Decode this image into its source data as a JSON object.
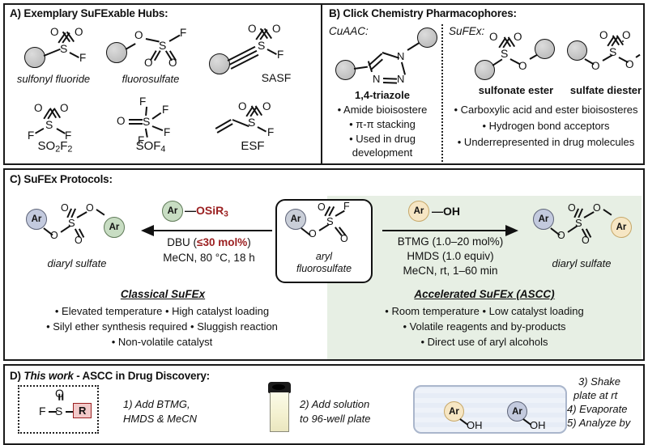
{
  "figure": {
    "panels": {
      "A": {
        "letter": "A)",
        "title": "Exemplary SuFExable Hubs:",
        "hubs": [
          {
            "name": "sulfonyl fluoride",
            "style": "italic",
            "atoms": [
              "O",
              "O",
              "S",
              "F"
            ]
          },
          {
            "name": "fluorosulfate",
            "style": "italic",
            "atoms": [
              "O",
              "S",
              "F",
              "O",
              "O"
            ]
          },
          {
            "name": "SASF",
            "style": "plain",
            "atoms": [
              "O",
              "O",
              "S",
              "F"
            ]
          },
          {
            "name": "SO2F2",
            "style": "plain",
            "label_html": "SO<sub>2</sub>F<sub>2</sub>",
            "atoms": [
              "O",
              "O",
              "S",
              "F",
              "F"
            ]
          },
          {
            "name": "SOF4",
            "style": "plain",
            "label_html": "SOF<sub>4</sub>",
            "atoms": [
              "O",
              "S",
              "F",
              "F",
              "F",
              "F"
            ]
          },
          {
            "name": "ESF",
            "style": "plain",
            "atoms": [
              "O",
              "O",
              "S",
              "F"
            ]
          }
        ]
      },
      "B": {
        "letter": "B)",
        "title": "Click Chemistry Pharmacophores:",
        "left": {
          "heading": "CuAAC:",
          "structure_label": "1,4-triazole",
          "ring_atoms": [
            "N",
            "N",
            "N"
          ],
          "bullets": [
            "• Amide bioisostere",
            "• π-π stacking",
            "• Used in drug",
            "development"
          ]
        },
        "right": {
          "heading": "SuFEx:",
          "structures": [
            {
              "label": "sulfonate ester",
              "atoms": [
                "O",
                "O",
                "S",
                "O"
              ]
            },
            {
              "label": "sulfate diester",
              "atoms": [
                "O",
                "O",
                "S",
                "O",
                "O"
              ]
            }
          ],
          "bullets": [
            "• Carboxylic acid and ester bioisosteres",
            "• Hydrogen bond acceptors",
            "• Underrepresented in drug molecules"
          ]
        }
      },
      "C": {
        "letter": "C)",
        "title": "SuFEx Protocols:",
        "center": {
          "ar_label": "Ar",
          "atoms": [
            "O",
            "F",
            "S",
            "O"
          ],
          "caption_line1": "aryl",
          "caption_line2": "fluorosulfate"
        },
        "left_product": {
          "ar_label_1": "Ar",
          "ar_label_2": "Ar",
          "atoms": [
            "O",
            "O",
            "S",
            "O",
            "O"
          ],
          "caption": "diaryl sulfate"
        },
        "right_product": {
          "ar_label_1": "Ar",
          "ar_label_2": "Ar",
          "atoms": [
            "O",
            "O",
            "S",
            "O",
            "O"
          ],
          "caption": "diaryl sulfate"
        },
        "left_route": {
          "reagent_ar": "Ar",
          "reagent_rest": "OSiR",
          "reagent_sub": "3",
          "condition_pre": "DBU (",
          "condition_accent": "≤30 mol%",
          "condition_post": ")",
          "condition_line2": "MeCN, 80 °C, 18 h",
          "protocol_title": "Classical SuFEx",
          "bullets": [
            "• Elevated temperature • High catalyst loading",
            "• Silyl ether synthesis required • Sluggish reaction",
            "• Non-volatile catalyst"
          ]
        },
        "right_route": {
          "reagent_ar": "Ar",
          "reagent_rest": "OH",
          "condition_line1": "BTMG (1.0–20 mol%)",
          "condition_line2": "HMDS (1.0 equiv)",
          "condition_line3": "MeCN, rt, 1–60 min",
          "protocol_title": "Accelerated SuFEx (ASCC)",
          "bullets": [
            "• Room temperature • Low catalyst loading",
            "• Volatile reagents and by-products",
            "• Direct use of aryl alcohols"
          ]
        }
      },
      "D": {
        "letter": "D)",
        "title_italic": "This work",
        "title_rest": "- ASCC in Drug Discovery:",
        "substrate": {
          "f": "F",
          "s": "S",
          "o": "O",
          "r_group": "R"
        },
        "steps": [
          "1) Add BTMG,",
          "HMDS & MeCN",
          "2) Add solution",
          "to 96-well plate",
          "3) Shake",
          "plate at rt",
          "4) Evaporate",
          "5) Analyze by"
        ],
        "plate_molecules": [
          {
            "ar": "Ar",
            "oh": "OH"
          },
          {
            "ar": "Ar",
            "oh": "OH"
          }
        ]
      }
    },
    "colors": {
      "accent_red": "#9b2021",
      "ar_blue": "#c3cade",
      "ar_green": "#c8ddc3",
      "ar_tan": "#f6e6c4",
      "green_field": "#e7efe4",
      "hub_grey": "#bfbfbf",
      "frame": "#1a1a1a"
    }
  }
}
